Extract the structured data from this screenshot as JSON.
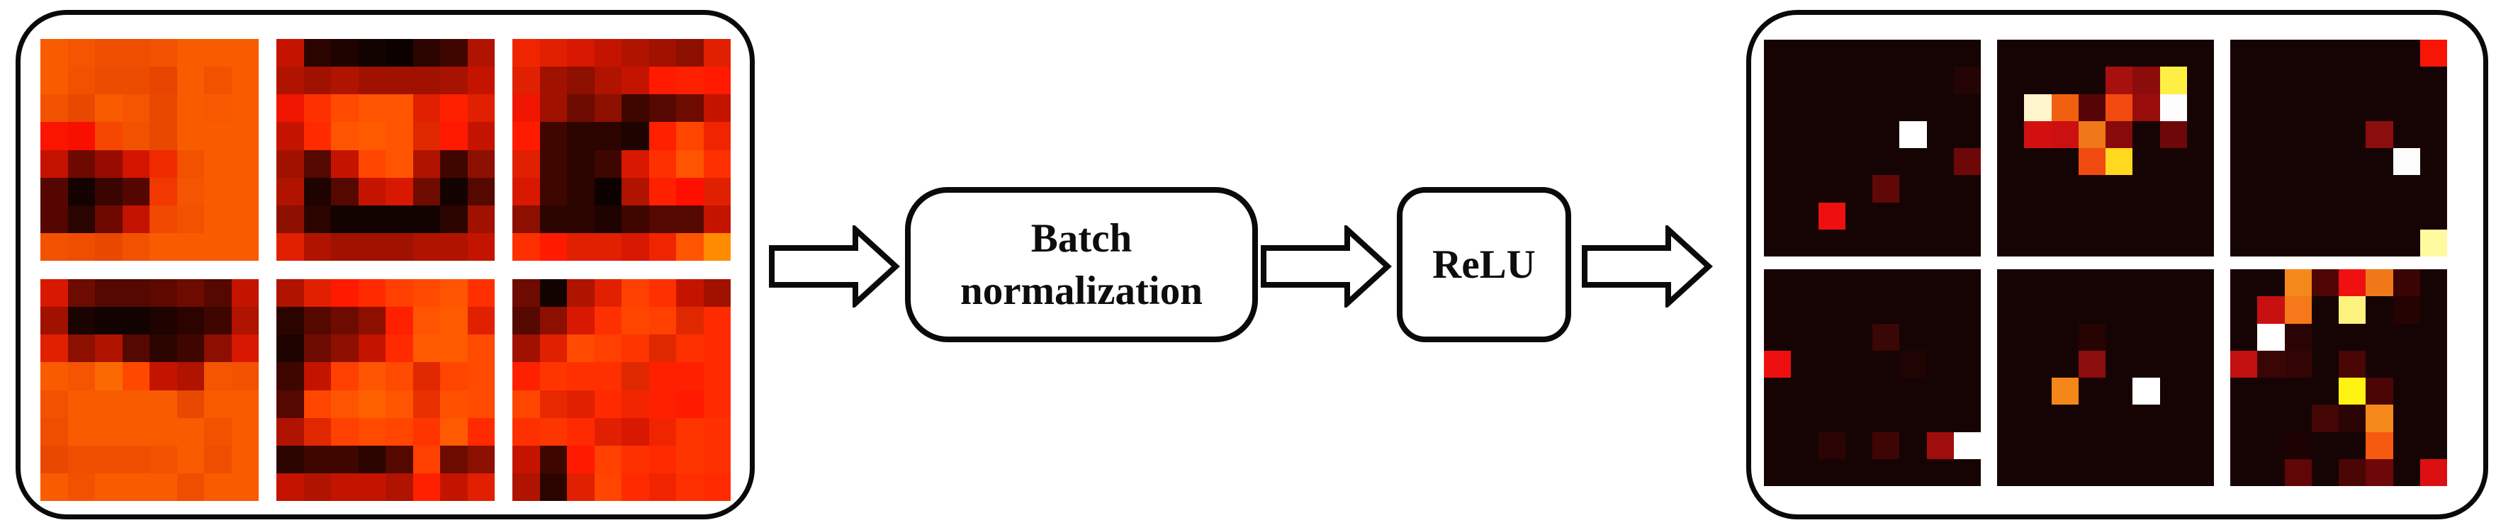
{
  "figure": {
    "description": "Feature maps passed through batch normalization and ReLU activation",
    "stages": [
      "input-feature-maps",
      "batch-normalization",
      "relu",
      "output-feature-maps"
    ]
  },
  "boxes": {
    "batch_norm_line1": "Batch",
    "batch_norm_line2": "normalization",
    "relu_label": "ReLU"
  },
  "colors": {
    "background": "#FFFFFF",
    "stroke": "#0A0A0A",
    "input_map_base": "#F95B00",
    "output_map_base": "#160404"
  },
  "icons": {
    "flow_arrow": "right-block-arrow-outline"
  },
  "panels": {
    "input": {
      "grid_size": 8,
      "maps": [
        {
          "rows": [
            [
              "#F95B00",
              "#F55500",
              "#EF4E00",
              "#EF4E00",
              "#F25200",
              "#F95B00",
              "#F95B00",
              "#F95B00"
            ],
            [
              "#F95B00",
              "#F25200",
              "#EC4C00",
              "#EC4C00",
              "#E84600",
              "#F95B00",
              "#F25200",
              "#F95B00"
            ],
            [
              "#F25200",
              "#E84800",
              "#F95B00",
              "#F55500",
              "#E84800",
              "#F95B00",
              "#F75800",
              "#F95B00"
            ],
            [
              "#F91500",
              "#F90F00",
              "#F54700",
              "#F25200",
              "#E84800",
              "#F95B00",
              "#F95B00",
              "#F95B00"
            ],
            [
              "#C41200",
              "#6E0900",
              "#960C00",
              "#D31500",
              "#F02B00",
              "#F25200",
              "#F95B00",
              "#F95B00"
            ],
            [
              "#550600",
              "#140200",
              "#3A0500",
              "#550600",
              "#F03800",
              "#F55500",
              "#F95B00",
              "#F95B00"
            ],
            [
              "#550600",
              "#2A0400",
              "#6E0900",
              "#C41200",
              "#F04800",
              "#F25200",
              "#F95B00",
              "#F95B00"
            ],
            [
              "#F25200",
              "#EF4E00",
              "#E84800",
              "#F25200",
              "#F95B00",
              "#F95B00",
              "#F95B00",
              "#F95B00"
            ]
          ]
        },
        {
          "rows": [
            [
              "#C41400",
              "#2B0400",
              "#1E0300",
              "#120200",
              "#0D0100",
              "#2B0400",
              "#3F0600",
              "#B01300"
            ],
            [
              "#B01300",
              "#A01100",
              "#B01300",
              "#A01100",
              "#A01100",
              "#A01100",
              "#A81200",
              "#C41400"
            ],
            [
              "#F01500",
              "#FF3000",
              "#FF4A00",
              "#FF5500",
              "#FF5500",
              "#E02000",
              "#FF2000",
              "#E02000"
            ],
            [
              "#C41400",
              "#FF2A00",
              "#FF5500",
              "#FF5A00",
              "#FF5500",
              "#E02800",
              "#FF1A00",
              "#C41400"
            ],
            [
              "#A01100",
              "#550800",
              "#C41400",
              "#FF4500",
              "#FF5500",
              "#B01300",
              "#3F0600",
              "#8C0F00"
            ],
            [
              "#B01300",
              "#1E0300",
              "#550800",
              "#C41400",
              "#D81800",
              "#6E0B00",
              "#120200",
              "#550800"
            ],
            [
              "#8C0F00",
              "#2B0400",
              "#120200",
              "#120200",
              "#120200",
              "#120200",
              "#2B0400",
              "#A01100"
            ],
            [
              "#E02000",
              "#B01300",
              "#A01100",
              "#A01100",
              "#A01100",
              "#B01300",
              "#B01300",
              "#C41400"
            ]
          ]
        },
        {
          "rows": [
            [
              "#F02500",
              "#E02000",
              "#D81800",
              "#C41400",
              "#B01300",
              "#A01100",
              "#8C0F00",
              "#E02000"
            ],
            [
              "#E02000",
              "#A01100",
              "#8C0F00",
              "#B01300",
              "#C41400",
              "#FF1A00",
              "#FF2000",
              "#FF1A00"
            ],
            [
              "#F01500",
              "#A01100",
              "#6E0B00",
              "#8C0F00",
              "#3F0600",
              "#550800",
              "#6E0B00",
              "#C41400"
            ],
            [
              "#FF1A00",
              "#3F0600",
              "#2B0400",
              "#2B0400",
              "#1E0300",
              "#FF2000",
              "#FF4500",
              "#F02500"
            ],
            [
              "#E02000",
              "#3F0600",
              "#2B0400",
              "#3F0600",
              "#D81800",
              "#FF3000",
              "#FF5500",
              "#FF3000"
            ],
            [
              "#D81800",
              "#3F0600",
              "#2B0400",
              "#0D0100",
              "#B01300",
              "#FF2000",
              "#FF0F00",
              "#E02000"
            ],
            [
              "#8C0F00",
              "#2B0400",
              "#2B0400",
              "#1E0300",
              "#3F0600",
              "#550800",
              "#550800",
              "#C41400"
            ],
            [
              "#FF3000",
              "#FF1A00",
              "#E02000",
              "#E02000",
              "#D81800",
              "#F02500",
              "#FF5500",
              "#FF8C00"
            ]
          ]
        },
        {
          "rows": [
            [
              "#D81800",
              "#6E0B00",
              "#550800",
              "#550800",
              "#5E0900",
              "#6E0B00",
              "#550800",
              "#C41400"
            ],
            [
              "#A01100",
              "#1A0300",
              "#120200",
              "#120200",
              "#1E0300",
              "#2B0400",
              "#3F0600",
              "#B01300"
            ],
            [
              "#E02000",
              "#8C0F00",
              "#B01300",
              "#550800",
              "#2B0400",
              "#3F0600",
              "#8C0F00",
              "#D81800"
            ],
            [
              "#F95B00",
              "#F55500",
              "#FA6A00",
              "#FF4800",
              "#C41400",
              "#B01300",
              "#F55500",
              "#F25200"
            ],
            [
              "#F25200",
              "#F95B00",
              "#F95B00",
              "#F95B00",
              "#F95B00",
              "#E84800",
              "#F95B00",
              "#F95B00"
            ],
            [
              "#EF4E00",
              "#F95B00",
              "#F95B00",
              "#F95B00",
              "#F95B00",
              "#F95B00",
              "#F25200",
              "#F95B00"
            ],
            [
              "#E84800",
              "#EF4E00",
              "#EF4E00",
              "#EF4E00",
              "#F25200",
              "#F95B00",
              "#EF4E00",
              "#F95B00"
            ],
            [
              "#F95B00",
              "#F25200",
              "#F95B00",
              "#F95B00",
              "#F95B00",
              "#EF4E00",
              "#F95B00",
              "#F95B00"
            ]
          ]
        },
        {
          "rows": [
            [
              "#B01300",
              "#E02000",
              "#FF1A00",
              "#FF2A00",
              "#FF4000",
              "#FF4A00",
              "#FF5500",
              "#FF3000"
            ],
            [
              "#2B0400",
              "#550800",
              "#6E0B00",
              "#8C0F00",
              "#FF2000",
              "#FF5500",
              "#FF5A00",
              "#E02000"
            ],
            [
              "#1E0300",
              "#6E0B00",
              "#8C0F00",
              "#C41400",
              "#FF2A00",
              "#FF5A00",
              "#FF5A00",
              "#FF4A00"
            ],
            [
              "#3F0600",
              "#C41400",
              "#FF4000",
              "#FF5500",
              "#FF4A00",
              "#E02800",
              "#FF4500",
              "#FF4A00"
            ],
            [
              "#550800",
              "#FF4500",
              "#FF5500",
              "#FF6000",
              "#FF5500",
              "#E83000",
              "#FF5000",
              "#FF4A00"
            ],
            [
              "#B01300",
              "#E02800",
              "#FF4000",
              "#FF4A00",
              "#FF4500",
              "#FF3500",
              "#FF5A00",
              "#FF2A00"
            ],
            [
              "#2B0400",
              "#3F0600",
              "#3F0600",
              "#2B0400",
              "#550800",
              "#FF4000",
              "#6E0B00",
              "#8C0F00"
            ],
            [
              "#C41400",
              "#B01300",
              "#C41400",
              "#C41400",
              "#B01300",
              "#FF2000",
              "#C41400",
              "#E02000"
            ]
          ]
        },
        {
          "rows": [
            [
              "#6E0B00",
              "#120200",
              "#B01300",
              "#E02000",
              "#FF4000",
              "#FF3000",
              "#C41400",
              "#A01100"
            ],
            [
              "#550800",
              "#8C0F00",
              "#D81800",
              "#FF3000",
              "#FF4500",
              "#FF4000",
              "#E02800",
              "#FF2A00"
            ],
            [
              "#A01100",
              "#E02000",
              "#FF4A00",
              "#FF4000",
              "#FF3500",
              "#E02800",
              "#FF3000",
              "#FF2A00"
            ],
            [
              "#FF2000",
              "#FF3500",
              "#FF3000",
              "#FF3000",
              "#E02800",
              "#FF2000",
              "#FF2000",
              "#FF2A00"
            ],
            [
              "#FF4500",
              "#E82800",
              "#E02000",
              "#FF2A00",
              "#F02500",
              "#FF2000",
              "#FF1A00",
              "#FF2A00"
            ],
            [
              "#FF3000",
              "#FF3500",
              "#FF2A00",
              "#E02000",
              "#D81800",
              "#F02500",
              "#FF3500",
              "#FF3000"
            ],
            [
              "#C41400",
              "#3F0600",
              "#FF1A00",
              "#FF4000",
              "#FF3000",
              "#FF2A00",
              "#FF3500",
              "#FF3000"
            ],
            [
              "#B01300",
              "#2B0400",
              "#E02000",
              "#FF4500",
              "#FF2A00",
              "#F02500",
              "#FF3000",
              "#FF2A00"
            ]
          ]
        }
      ]
    },
    "output": {
      "grid_size": 8,
      "maps": [
        {
          "base": "#160404",
          "spots": [
            [
              1,
              7,
              "#240404"
            ],
            [
              3,
              5,
              "#FFFFFF"
            ],
            [
              4,
              7,
              "#6E0808"
            ],
            [
              5,
              4,
              "#600707"
            ],
            [
              6,
              2,
              "#EE1010"
            ]
          ]
        },
        {
          "base": "#160404",
          "spots": [
            [
              1,
              4,
              "#A81010"
            ],
            [
              1,
              5,
              "#8C0B0B"
            ],
            [
              1,
              6,
              "#FFEE44"
            ],
            [
              2,
              1,
              "#FFF5CC"
            ],
            [
              2,
              2,
              "#F06010"
            ],
            [
              2,
              3,
              "#550505"
            ],
            [
              2,
              4,
              "#F04A10"
            ],
            [
              2,
              5,
              "#990C0C"
            ],
            [
              2,
              6,
              "#FDFDFD"
            ],
            [
              3,
              1,
              "#D31010"
            ],
            [
              3,
              2,
              "#CC1010"
            ],
            [
              3,
              3,
              "#F07818"
            ],
            [
              3,
              4,
              "#880A0A"
            ],
            [
              3,
              6,
              "#6E0808"
            ],
            [
              4,
              3,
              "#F04A10"
            ],
            [
              4,
              4,
              "#FFD820"
            ]
          ]
        },
        {
          "base": "#160404",
          "spots": [
            [
              0,
              7,
              "#F81505"
            ],
            [
              3,
              5,
              "#8C0D0D"
            ],
            [
              4,
              6,
              "#FCFCFC"
            ],
            [
              7,
              7,
              "#FFF9A0"
            ]
          ]
        },
        {
          "base": "#160404",
          "spots": [
            [
              2,
              4,
              "#3A0606"
            ],
            [
              3,
              0,
              "#EE1010"
            ],
            [
              3,
              5,
              "#200404"
            ],
            [
              6,
              2,
              "#2A0404"
            ],
            [
              6,
              4,
              "#3F0505"
            ],
            [
              6,
              6,
              "#A00D0D"
            ],
            [
              6,
              7,
              "#FFFFFF"
            ]
          ]
        },
        {
          "base": "#160404",
          "spots": [
            [
              2,
              3,
              "#260404"
            ],
            [
              3,
              3,
              "#8C0D0D"
            ],
            [
              4,
              2,
              "#F5871A"
            ],
            [
              4,
              5,
              "#FFFFFF"
            ]
          ]
        },
        {
          "base": "#160404",
          "spots": [
            [
              0,
              2,
              "#F5881A"
            ],
            [
              0,
              3,
              "#500505"
            ],
            [
              0,
              4,
              "#F01010"
            ],
            [
              0,
              5,
              "#F07818"
            ],
            [
              0,
              6,
              "#3A0404"
            ],
            [
              1,
              1,
              "#C81010"
            ],
            [
              1,
              2,
              "#F5791A"
            ],
            [
              1,
              4,
              "#FFF380"
            ],
            [
              1,
              6,
              "#260303"
            ],
            [
              2,
              1,
              "#FFFFFF"
            ],
            [
              2,
              2,
              "#2A0404"
            ],
            [
              3,
              0,
              "#C01010"
            ],
            [
              3,
              1,
              "#3A0505"
            ],
            [
              3,
              2,
              "#330404"
            ],
            [
              3,
              4,
              "#4A0505"
            ],
            [
              4,
              4,
              "#FFF312"
            ],
            [
              4,
              5,
              "#4A0505"
            ],
            [
              5,
              3,
              "#440505"
            ],
            [
              5,
              4,
              "#2A0303"
            ],
            [
              5,
              5,
              "#F5881A"
            ],
            [
              6,
              2,
              "#1C0202"
            ],
            [
              6,
              5,
              "#F55A10"
            ],
            [
              7,
              2,
              "#600606"
            ],
            [
              7,
              4,
              "#4A0505"
            ],
            [
              7,
              5,
              "#6E0808"
            ],
            [
              7,
              7,
              "#DC1010"
            ]
          ]
        }
      ]
    }
  }
}
